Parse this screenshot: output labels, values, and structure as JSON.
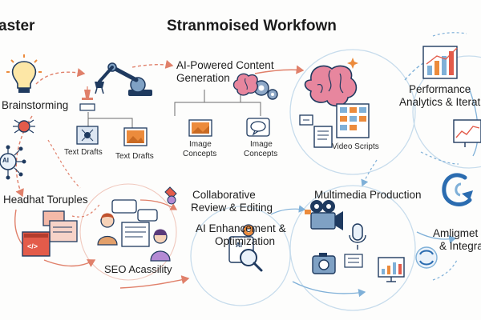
{
  "header": {
    "title": "Stranmoised Workfown",
    "left_cut": "aster"
  },
  "stages": {
    "brainstorming": "Brainstorming",
    "ai_content": [
      "AI-Powered Content",
      "Generation"
    ],
    "performance": [
      "Performance",
      "Analytics & Iteration"
    ],
    "headhat": "Headhat Toruples",
    "collaborative": [
      "Collaborative",
      "Review & Editing"
    ],
    "ai_enhancement": [
      "AI Enhancement &",
      "Optimization"
    ],
    "multimedia": "Multimedia Production",
    "seo": "SEO Acassility",
    "amligment": [
      "Amligmet",
      "& Integrat"
    ]
  },
  "items": {
    "text_drafts_1": "Text Drafts",
    "text_drafts_2": "Text Drafts",
    "image_concepts_1": [
      "Image",
      "Concepts"
    ],
    "image_concepts_2": [
      "Image",
      "Concepts"
    ],
    "video_scripts": "Video Scripts"
  },
  "icons": {
    "ai_badge": "AI",
    "code_badge": "</>",
    "lightbulb": "lightbulb-icon",
    "robot_arm": "robot-arm-icon",
    "brain": "brain-icon",
    "gears": "gears-icon",
    "bar_chart": "bar-chart-icon",
    "camera": "camera-icon",
    "microphone": "microphone-icon",
    "film_camera": "film-camera-icon",
    "team": "team-icon",
    "magnifier": "magnifier-icon",
    "sync": "sync-icon"
  },
  "colors": {
    "red_flow": "#e0806a",
    "blue_flow": "#7fb0d8",
    "circle": "#c7dcec",
    "navy": "#1f3a5f",
    "orange": "#ec8b3c",
    "brain_pink": "#e7869e"
  }
}
